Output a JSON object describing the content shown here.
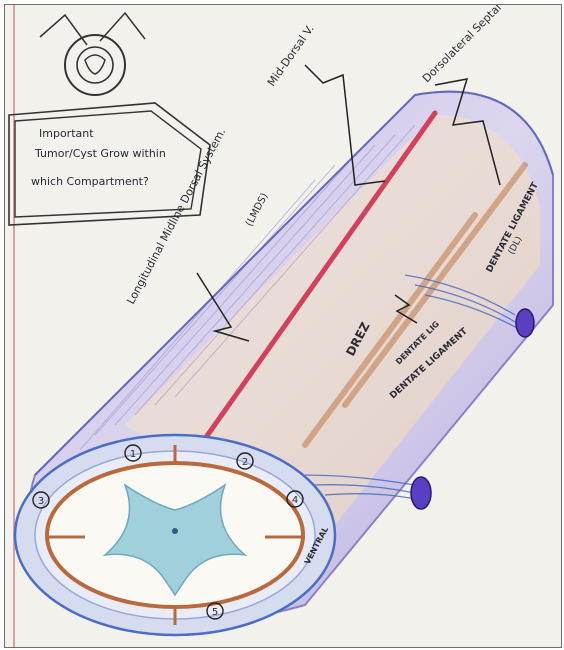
{
  "note": {
    "heading": "Important",
    "line1": "Tumor/Cyst Grow within",
    "line2": "which Compartment?"
  },
  "labels": {
    "mid_dorsal": "Mid-Dorsal V.",
    "dorsolateral_septal": "Dorsolateral Septal C.",
    "longitudinal_system": "Longitudinal Midline Dorsal System.",
    "system_abbrev": "(LMDS)",
    "drez": "DREZ",
    "dentate_lig_inner": "DENTATE LIG",
    "dentate_ligament": "DENTATE LIGAMENT",
    "dentate_ligament_right": "DENTATE LIGAMENT",
    "dentate_ligament_right_abbrev": "(DL)",
    "ventral_lower": "VENTRAL"
  },
  "compartments": [
    "1",
    "2",
    "3",
    "4",
    "5"
  ],
  "colors": {
    "paper": "#f3f1ec",
    "dura_purple": "#a89ad0",
    "blue_outline": "#4a6ec4",
    "cord_rust": "#b86a3d",
    "grey_matter": "#9fd0dc",
    "midline_red": "#d2405e",
    "ink": "#2a2a35"
  }
}
